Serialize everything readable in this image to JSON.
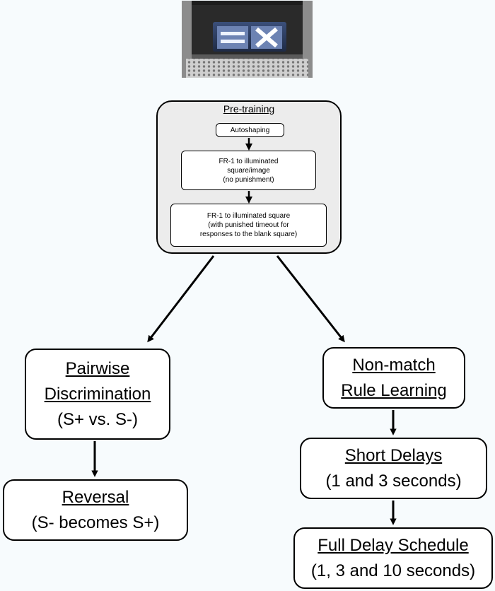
{
  "pretraining": {
    "title": "Pre-training",
    "steps": [
      {
        "label": "Autoshaping"
      },
      {
        "lines": [
          "FR-1 to illuminated",
          "square/image",
          "(no punishment)"
        ]
      },
      {
        "lines": [
          "FR-1 to illuminated square",
          "(with punished timeout for",
          "responses to the blank square)"
        ]
      }
    ]
  },
  "left_branch": {
    "pairwise": {
      "title_lines": [
        "Pairwise",
        "Discrimination"
      ],
      "detail": "(S+ vs. S-)"
    },
    "reversal": {
      "title": "Reversal",
      "detail": "(S- becomes S+)"
    }
  },
  "right_branch": {
    "nonmatch": {
      "title_lines": [
        "Non-match",
        "Rule Learning"
      ]
    },
    "short_delays": {
      "title": "Short Delays",
      "detail": "(1 and 3 seconds)"
    },
    "full_delay": {
      "title": "Full Delay Schedule",
      "detail": "(1, 3 and 10 seconds)"
    }
  }
}
